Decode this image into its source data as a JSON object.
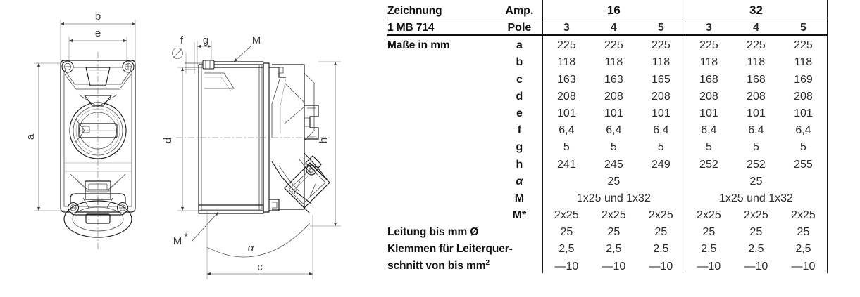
{
  "drawing": {
    "front_view_labels": [
      "b",
      "e",
      "a"
    ],
    "side_view_labels": [
      "Ø f",
      "g",
      "M",
      "d",
      "h",
      "M*",
      "α",
      "c"
    ]
  },
  "table": {
    "title_line1": "Zeichnung",
    "title_line2": "1 MB 714",
    "amp_label": "Amp.",
    "pole_label": "Pole",
    "amp_groups": [
      "16",
      "32"
    ],
    "pole_headers": [
      "3",
      "4",
      "5",
      "3",
      "4",
      "5"
    ],
    "units_label": "Maße in mm",
    "rows": [
      {
        "sym": "a",
        "values": [
          "225",
          "225",
          "225",
          "225",
          "225",
          "225"
        ]
      },
      {
        "sym": "b",
        "values": [
          "118",
          "118",
          "118",
          "118",
          "118",
          "118"
        ]
      },
      {
        "sym": "c",
        "values": [
          "163",
          "163",
          "165",
          "168",
          "168",
          "169"
        ]
      },
      {
        "sym": "d",
        "values": [
          "208",
          "208",
          "208",
          "208",
          "208",
          "208"
        ]
      },
      {
        "sym": "e",
        "values": [
          "101",
          "101",
          "101",
          "101",
          "101",
          "101"
        ]
      },
      {
        "sym": "f",
        "values": [
          "6,4",
          "6,4",
          "6,4",
          "6,4",
          "6,4",
          "6,4"
        ]
      },
      {
        "sym": "g",
        "values": [
          "5",
          "5",
          "5",
          "5",
          "5",
          "5"
        ]
      },
      {
        "sym": "h",
        "values": [
          "241",
          "245",
          "249",
          "252",
          "252",
          "255"
        ]
      }
    ],
    "alpha_row": {
      "sym": "α",
      "group16": "25",
      "group32": "25"
    },
    "m_row": {
      "sym": "M",
      "group16": "1x25 und 1x32",
      "group32": "1x25 und 1x32"
    },
    "mstar_row": {
      "sym": "M*",
      "values": [
        "2x25",
        "2x25",
        "2x25",
        "2x25",
        "2x25",
        "2x25"
      ]
    },
    "leitung_row": {
      "label": "Leitung bis mm Ø",
      "values": [
        "25",
        "25",
        "25",
        "25",
        "25",
        "25"
      ]
    },
    "klemmen_row": {
      "label_line1": "Klemmen für Leiterquer-",
      "label_line2_a": "schnitt von bis mm",
      "label_line2_sup": "2",
      "values_top": [
        "2,5",
        "2,5",
        "2,5",
        "2,5",
        "2,5",
        "2,5"
      ],
      "values_bottom": [
        "—10",
        "—10",
        "—10",
        "—10",
        "—10",
        "—10"
      ]
    }
  }
}
